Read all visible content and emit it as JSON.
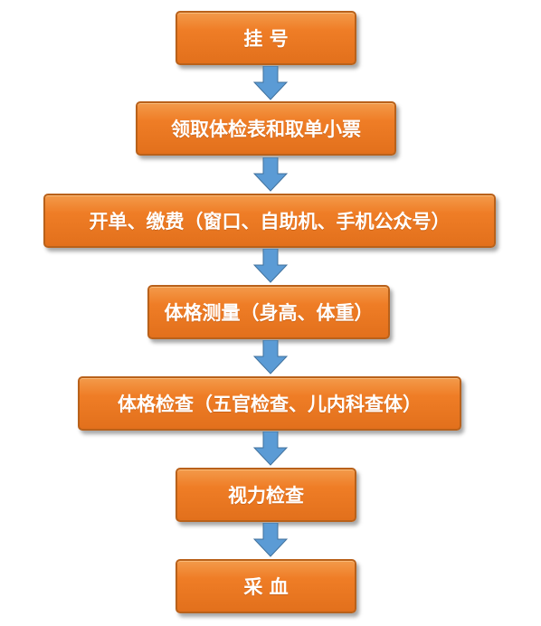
{
  "flow": {
    "steps": [
      "挂 号",
      "领取体检表和取单小票",
      "开单、缴费（窗口、自助机、手机公众号）",
      "体格测量（身高、体重）",
      "体格检查（五官检查、儿内科查体）",
      "视力检查",
      "采 血"
    ]
  },
  "colors": {
    "box_fill": "#ef7d26",
    "box_border": "#b9611a",
    "arrow_fill": "#5b9bd5",
    "text": "#ffffff"
  }
}
